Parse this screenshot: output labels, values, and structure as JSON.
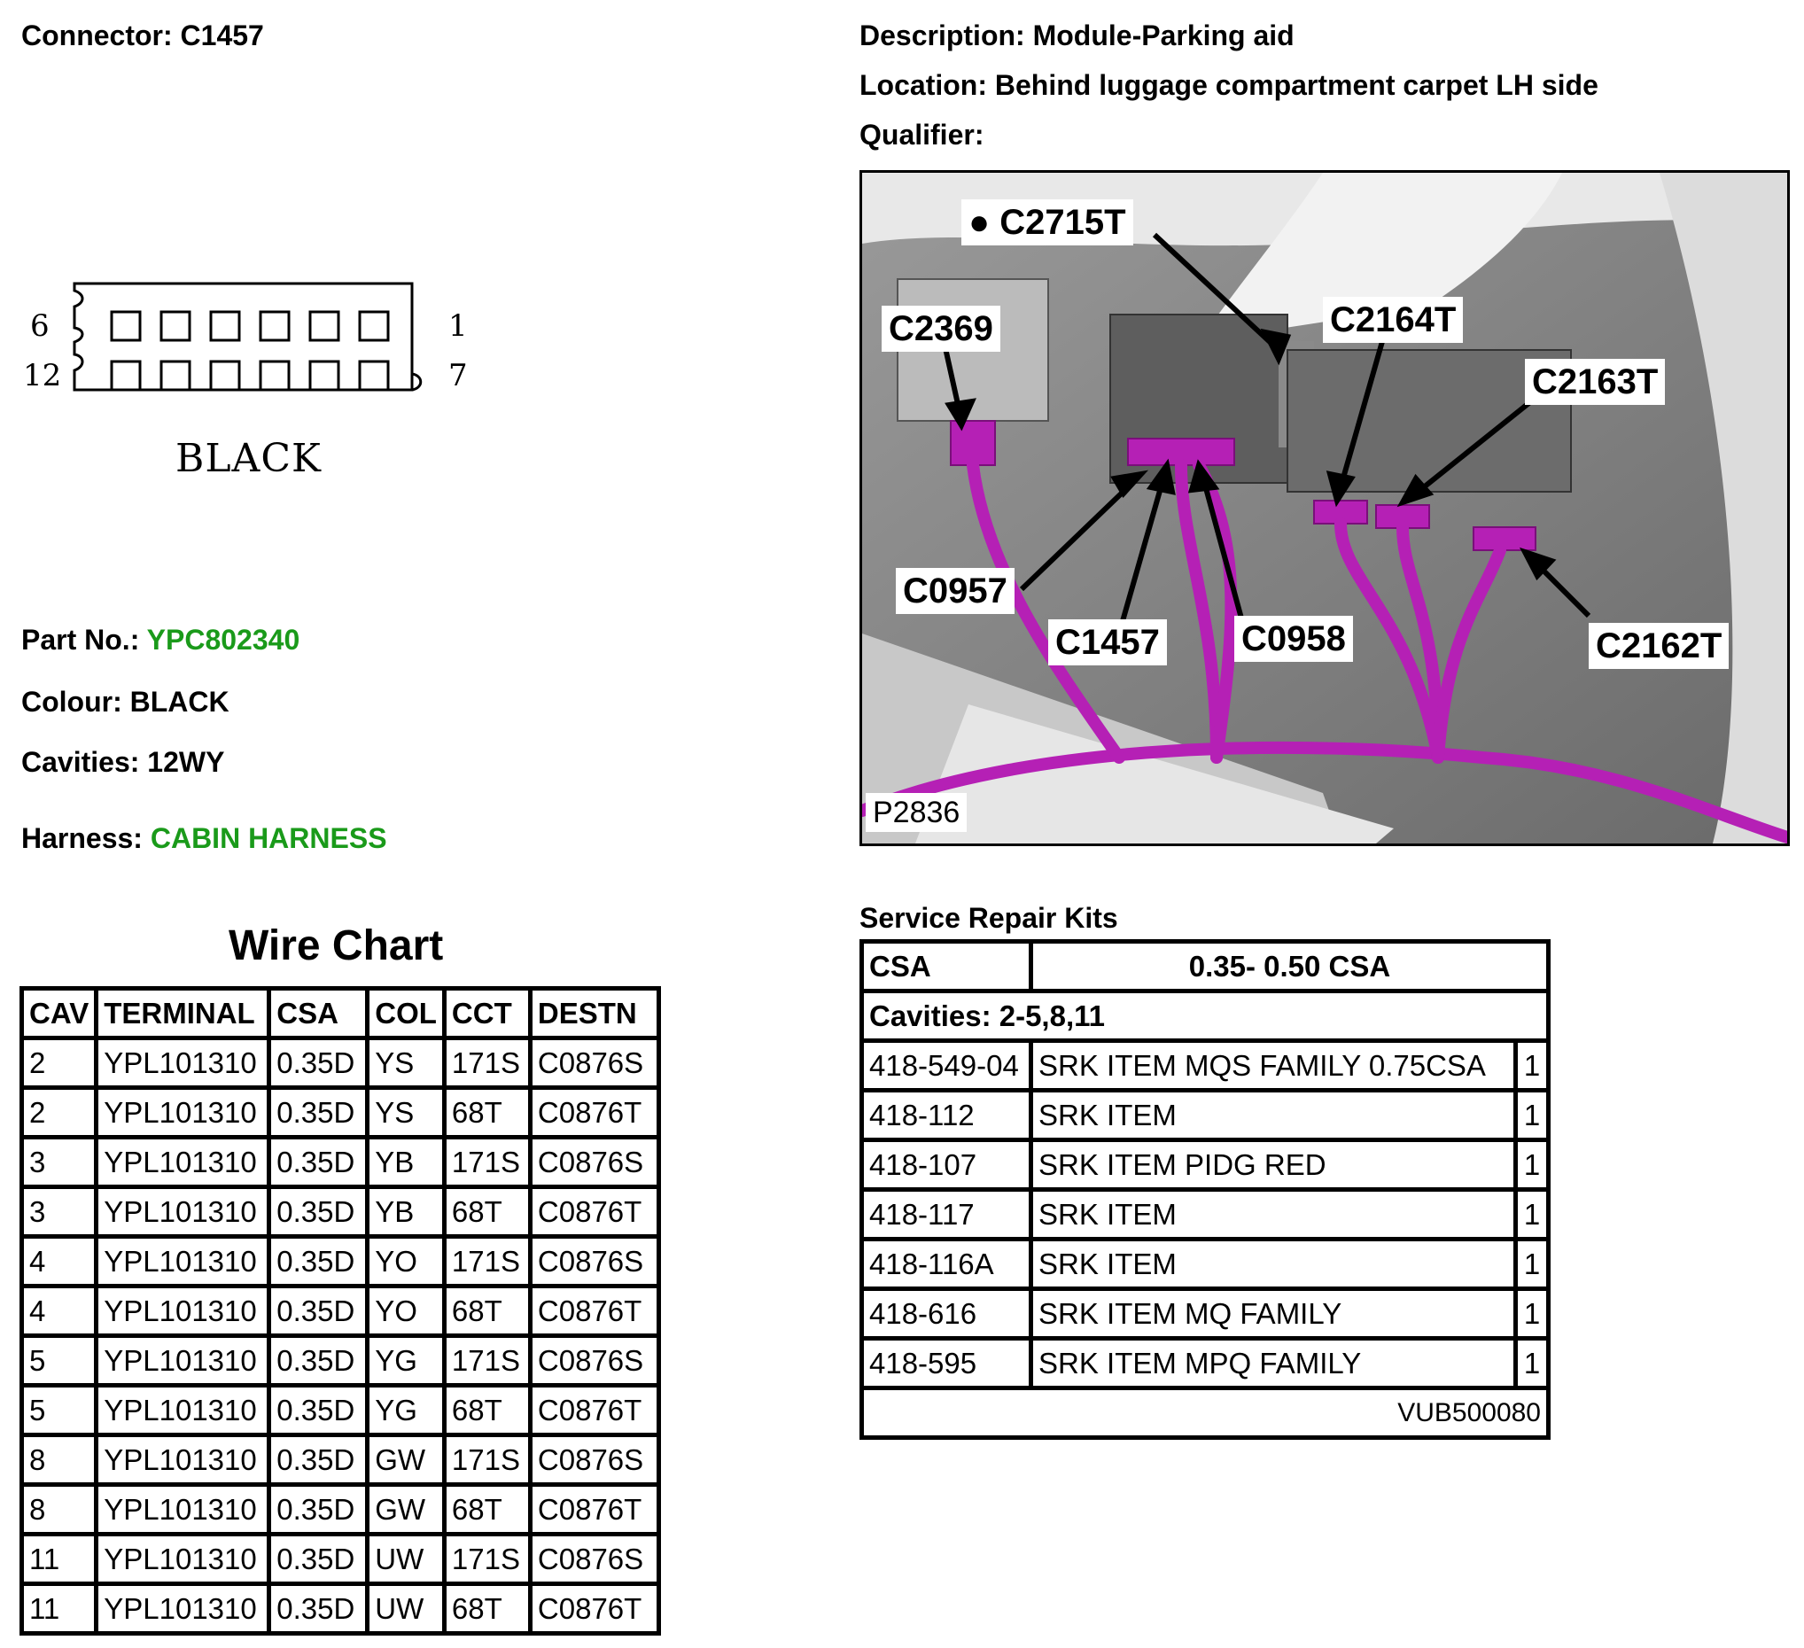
{
  "header": {
    "connector_label": "Connector:",
    "connector_value": "C1457",
    "description_label": "Description:",
    "description_value": "Module-Parking aid",
    "location_label": "Location:",
    "location_value": "Behind luggage compartment carpet LH side",
    "qualifier_label": "Qualifier:"
  },
  "connector_diagram": {
    "pin_top_left": "6",
    "pin_top_right": "1",
    "pin_bottom_left": "12",
    "pin_bottom_right": "7",
    "colour_text": "BLACK"
  },
  "info": {
    "part_no_label": "Part No.:",
    "part_no_value": "YPC802340",
    "colour_label": "Colour:",
    "colour_value": "BLACK",
    "cavities_label": "Cavities:",
    "cavities_value": "12WY",
    "harness_label": "Harness:",
    "harness_value": "CABIN HARNESS",
    "link_color": "#1a9a1a"
  },
  "photo": {
    "labels": [
      "C2715T",
      "C2369",
      "C2164T",
      "C2163T",
      "C0957",
      "C1457",
      "C0958",
      "C2162T",
      "P2836"
    ],
    "harness_color": "#b520b5"
  },
  "wire_chart": {
    "title": "Wire Chart",
    "headers": [
      "CAV",
      "TERMINAL",
      "CSA",
      "COL",
      "CCT",
      "DESTN"
    ],
    "rows": [
      [
        "2",
        "YPL101310",
        "0.35D",
        "YS",
        "171S",
        "C0876S"
      ],
      [
        "2",
        "YPL101310",
        "0.35D",
        "YS",
        "68T",
        "C0876T"
      ],
      [
        "3",
        "YPL101310",
        "0.35D",
        "YB",
        "171S",
        "C0876S"
      ],
      [
        "3",
        "YPL101310",
        "0.35D",
        "YB",
        "68T",
        "C0876T"
      ],
      [
        "4",
        "YPL101310",
        "0.35D",
        "YO",
        "171S",
        "C0876S"
      ],
      [
        "4",
        "YPL101310",
        "0.35D",
        "YO",
        "68T",
        "C0876T"
      ],
      [
        "5",
        "YPL101310",
        "0.35D",
        "YG",
        "171S",
        "C0876S"
      ],
      [
        "5",
        "YPL101310",
        "0.35D",
        "YG",
        "68T",
        "C0876T"
      ],
      [
        "8",
        "YPL101310",
        "0.35D",
        "GW",
        "171S",
        "C0876S"
      ],
      [
        "8",
        "YPL101310",
        "0.35D",
        "GW",
        "68T",
        "C0876T"
      ],
      [
        "11",
        "YPL101310",
        "0.35D",
        "UW",
        "171S",
        "C0876S"
      ],
      [
        "11",
        "YPL101310",
        "0.35D",
        "UW",
        "68T",
        "C0876T"
      ]
    ]
  },
  "service_kits": {
    "title": "Service Repair Kits",
    "csa_label": "CSA",
    "csa_range": "0.35- 0.50 CSA",
    "cavities": "Cavities: 2-5,8,11",
    "items": [
      [
        "418-549-04",
        "SRK ITEM MQS FAMILY 0.75CSA",
        "1"
      ],
      [
        "418-112",
        "SRK ITEM",
        "1"
      ],
      [
        "418-107",
        "SRK ITEM PIDG RED",
        "1"
      ],
      [
        "418-117",
        "SRK ITEM",
        "1"
      ],
      [
        "418-116A",
        "SRK ITEM",
        "1"
      ],
      [
        "418-616",
        "SRK ITEM MQ FAMILY",
        "1"
      ],
      [
        "418-595",
        "SRK ITEM MPQ FAMILY",
        "1"
      ]
    ],
    "footer_code": "VUB500080"
  }
}
